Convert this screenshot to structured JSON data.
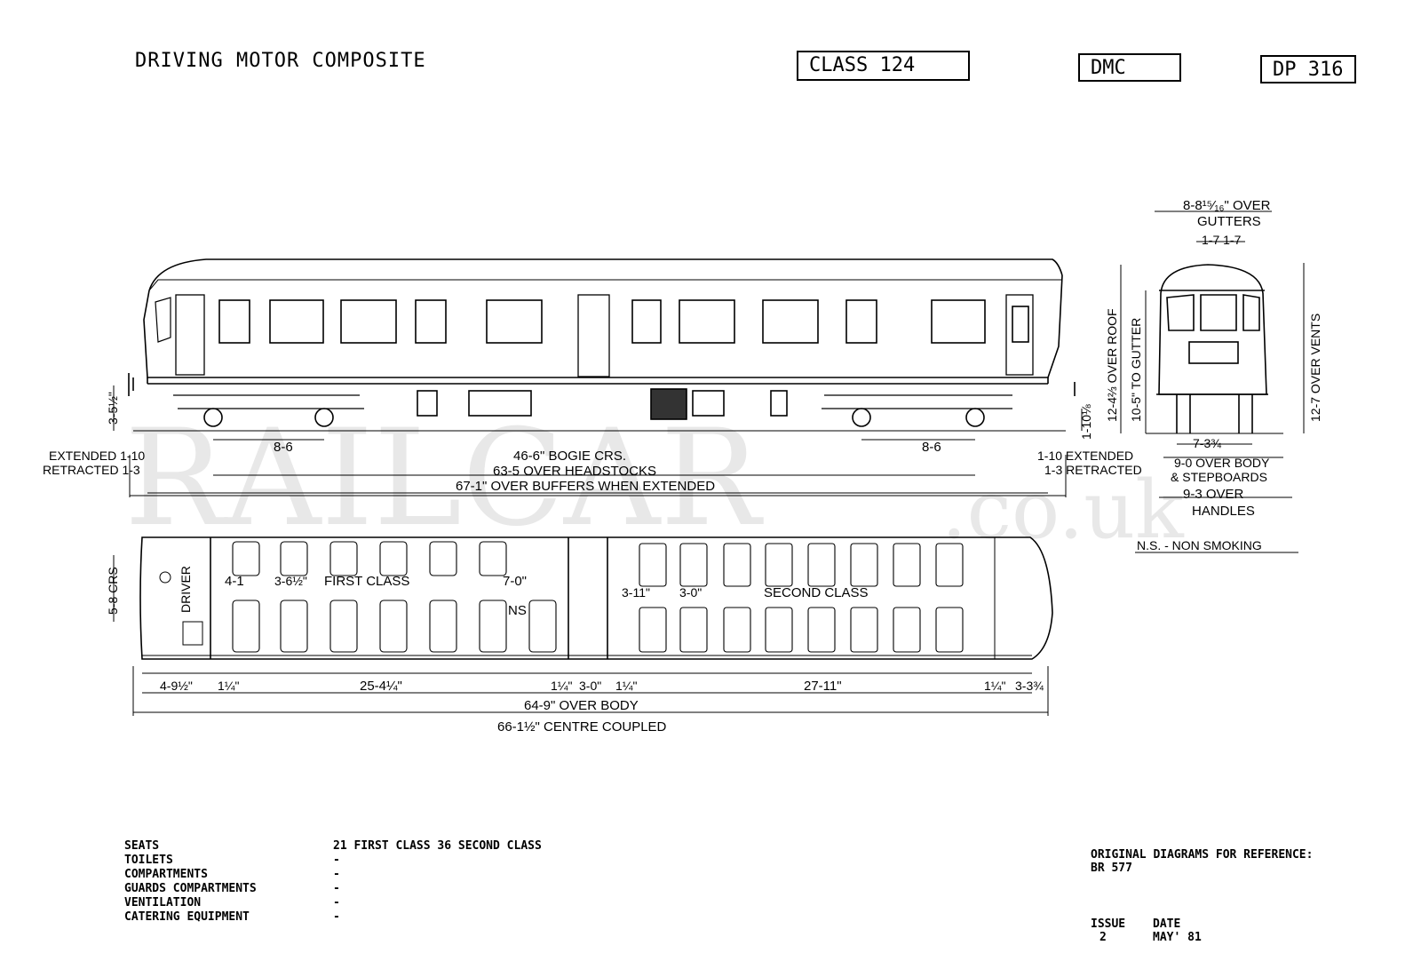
{
  "header": {
    "title": "DRIVING MOTOR COMPOSITE",
    "class_label": "CLASS 124",
    "type_code": "DMC",
    "diagram_no": "DP 316"
  },
  "watermark": {
    "main": "RAILCAR",
    "suffix": ".co.uk"
  },
  "side_elevation": {
    "height_buffer": "3-5½\"",
    "bogie_wheelbase_left": "8-6",
    "bogie_wheelbase_right": "8-6",
    "bogie_crs": "46-6\" BOGIE CRS.",
    "over_headstocks": "63-5 OVER HEADSTOCKS",
    "over_buffers": "67-1\" OVER BUFFERS WHEN EXTENDED",
    "left_extended": "EXTENDED 1-10",
    "left_retracted": "RETRACTED 1-3",
    "right_extended": "1-10 EXTENDED",
    "right_retracted": "1-3 RETRACTED",
    "rail_height": "1-10⅛"
  },
  "end_elevation": {
    "over_gutters_dim": "8-8¹⁵⁄₁₆\" OVER",
    "over_gutters_label": "GUTTERS",
    "window_crs": "1-7 1-7",
    "over_roof": "12-4⅔ OVER ROOF",
    "to_gutter": "10-5\" TO GUTTER",
    "over_vents": "12-7 OVER VENTS",
    "track": "7-3¾",
    "over_body": "9-0 OVER BODY",
    "stepboards": "& STEPBOARDS",
    "over_handles_dim": "9-3 OVER",
    "over_handles_label": "HANDLES",
    "ns_note": "N.S. - NON SMOKING"
  },
  "plan": {
    "driver": "DRIVER",
    "width_crs": "5-8 CRS",
    "first_bay": "4-1",
    "seat_pitch_first": "3-6½\"",
    "first_class": "FIRST CLASS",
    "first_end": "7-0\"",
    "ns": "NS",
    "second_pitch_a": "3-11\"",
    "second_pitch_b": "3-0\"",
    "second_class": "SECOND CLASS",
    "cab_len": "4-9½\"",
    "partition_a": "1¼\"",
    "first_len": "25-4¼\"",
    "partition_b": "1¼\"",
    "vestibule": "3-0\"",
    "partition_c": "1¼\"",
    "second_len": "27-11\"",
    "partition_d": "1¼\"",
    "end_len": "3-3¾",
    "over_body": "64-9\" OVER BODY",
    "centre_coupled": "66-1½\" CENTRE COUPLED"
  },
  "specs": {
    "labels": [
      "SEATS",
      "TOILETS",
      "COMPARTMENTS",
      "GUARDS COMPARTMENTS",
      "VENTILATION",
      "CATERING EQUIPMENT"
    ],
    "values": [
      "21 FIRST CLASS 36 SECOND CLASS",
      "-",
      "-",
      "-",
      "-",
      "-"
    ]
  },
  "reference": {
    "line1": "ORIGINAL DIAGRAMS FOR REFERENCE:",
    "line2": "BR 577"
  },
  "issue": {
    "issue_label": "ISSUE",
    "issue_value": "2",
    "date_label": "DATE",
    "date_value": "MAY' 81"
  }
}
